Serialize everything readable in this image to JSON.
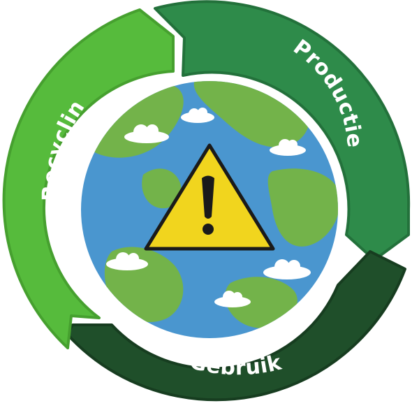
{
  "cycle": {
    "segments": [
      {
        "id": "productie",
        "label": "Productie",
        "color": "#2e8b4a",
        "edge": "#23713b"
      },
      {
        "id": "gebruik",
        "label": "Gebruik",
        "color": "#1f4f2a",
        "edge": "#173d20"
      },
      {
        "id": "recycling",
        "label": "Recycling",
        "color": "#56bb3c",
        "edge": "#46a02f"
      }
    ]
  },
  "center": {
    "icon": "warning-triangle-icon",
    "image": "earth-globe-icon",
    "colors": {
      "ocean": "#4a96cf",
      "land": "#73b34a",
      "warning_fill": "#f1d51e",
      "warning_stroke": "#1a1a1a"
    }
  }
}
